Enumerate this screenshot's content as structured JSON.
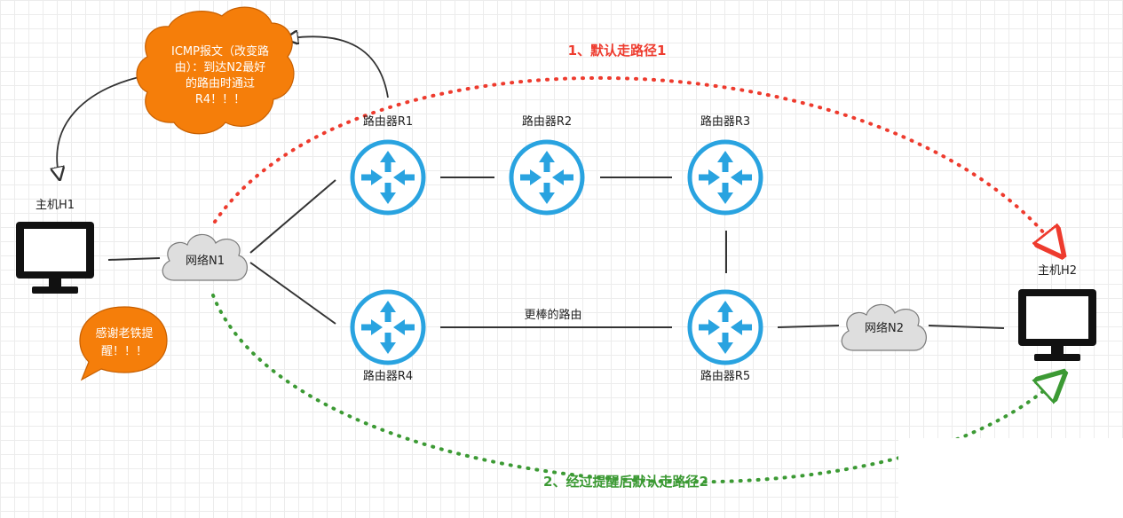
{
  "hosts": {
    "h1": "主机H1",
    "h2": "主机H2"
  },
  "networks": {
    "n1": "网络N1",
    "n2": "网络N2"
  },
  "routers": {
    "r1": "路由器R1",
    "r2": "路由器R2",
    "r3": "路由器R3",
    "r4": "路由器R4",
    "r5": "路由器R5"
  },
  "links": {
    "better_route": "更棒的路由"
  },
  "paths": {
    "default_path": "1、默认走路径1",
    "after_redirect": "2、经过提醒后默认走路径2"
  },
  "bubbles": {
    "icmp": [
      "ICMP报文（改变路",
      "由）：到达N2最好",
      "的路由时通过",
      "R4！！！"
    ],
    "thanks": [
      "感谢老铁提",
      "醒！！！"
    ]
  },
  "colors": {
    "router_blue": "#29a3e0",
    "bubble_orange": "#f57e0a",
    "cloud_gray": "#dedede",
    "path_red": "#ee3b2e",
    "path_green": "#3c9a34"
  }
}
